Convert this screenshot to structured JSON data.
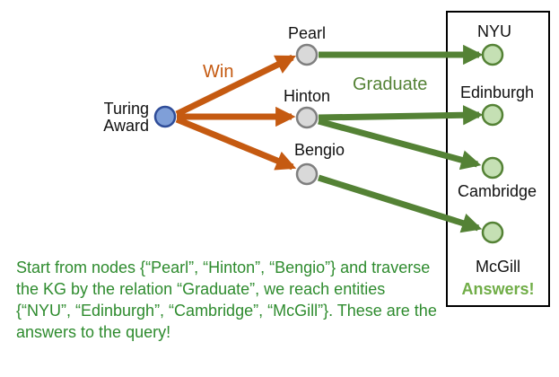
{
  "colors": {
    "win_edge": "#c55a11",
    "graduate_edge": "#548235",
    "source_node_fill": "#7f9fd8",
    "source_node_stroke": "#2f4d99",
    "entity_node_fill": "#d9d9d9",
    "entity_node_stroke": "#7f7f7f",
    "answer_node_fill": "#c5e0b4",
    "answer_node_stroke": "#548235",
    "caption_text": "#2e8b2e",
    "answers_label": "#70ad47"
  },
  "nodes": {
    "turing_line1": "Turing",
    "turing_line2": "Award",
    "pearl": "Pearl",
    "hinton": "Hinton",
    "bengio": "Bengio",
    "nyu": "NYU",
    "edinburgh": "Edinburgh",
    "cambridge": "Cambridge",
    "mcgill": "McGill"
  },
  "relations": {
    "win": "Win",
    "graduate": "Graduate"
  },
  "answer_box_label": "Answers!",
  "caption": "Start from nodes {“Pearl”, “Hinton”, “Bengio”} and traverse the KG by the relation “Graduate”, we reach entities {“NYU”, “Edinburgh”, “Cambridge”, “McGill”}. These are the answers to the query!"
}
